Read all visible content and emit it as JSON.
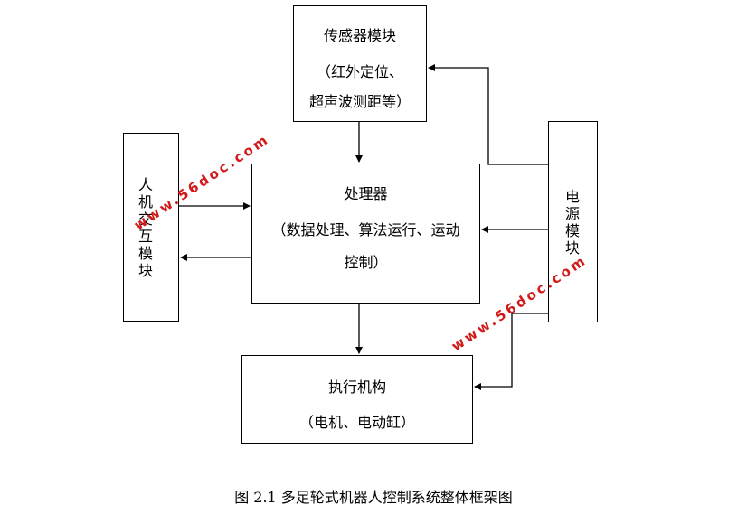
{
  "diagram": {
    "sensor": {
      "title": "传感器模块",
      "line1": "（红外定位、",
      "line2": "超声波测距等）"
    },
    "hci": {
      "label": "人机交互模块"
    },
    "processor": {
      "title": "处理器",
      "line1": "（数据处理、算法运行、运动",
      "line2": "控制）"
    },
    "power": {
      "label": "电源模块"
    },
    "actuator": {
      "title": "执行机构",
      "line1": "（电机、电动缸）"
    }
  },
  "watermark": {
    "text": "www.56doc.com",
    "color": "#d21a1a"
  },
  "caption": "图 2.1  多足轮式机器人控制系统整体框架图"
}
